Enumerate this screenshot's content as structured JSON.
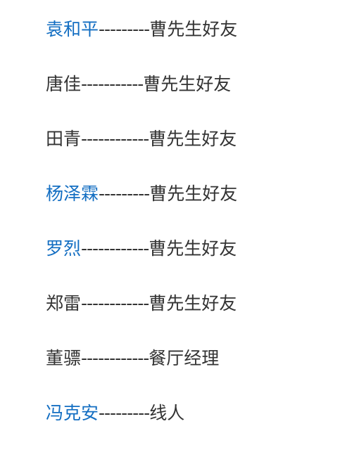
{
  "roles": [
    {
      "name": "袁和平",
      "link": true,
      "separator": "---------",
      "role": "曹先生好友"
    },
    {
      "name": "唐佳",
      "link": false,
      "separator": "-----------",
      "role": "曹先生好友"
    },
    {
      "name": "田青",
      "link": false,
      "separator": "------------",
      "role": "曹先生好友"
    },
    {
      "name": "杨泽霖",
      "link": true,
      "separator": "---------",
      "role": "曹先生好友"
    },
    {
      "name": "罗烈",
      "link": true,
      "separator": "------------",
      "role": "曹先生好友"
    },
    {
      "name": "郑雷",
      "link": false,
      "separator": "------------",
      "role": "曹先生好友"
    },
    {
      "name": "董骠",
      "link": false,
      "separator": "------------",
      "role": "餐厅经理"
    },
    {
      "name": "冯克安",
      "link": true,
      "separator": "---------",
      "role": "线人"
    }
  ],
  "colors": {
    "link": "#136ec2",
    "text": "#333333"
  }
}
